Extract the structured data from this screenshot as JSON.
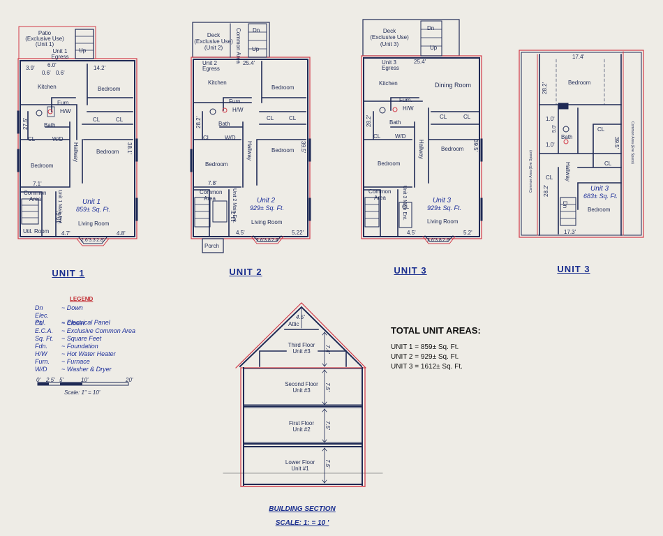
{
  "colors": {
    "wall": "#1f2a55",
    "outline": "#d23a48",
    "blue_text": "#1d2f9a",
    "title": "#1b2f8f",
    "paper": "#eeece6"
  },
  "unit1": {
    "patio": "Patio",
    "patio_use": "(Exclusive Use)",
    "patio_unit": "(Unit 1)",
    "egress": "Unit 1",
    "egress2": "Egress",
    "up": "Up",
    "dim_39": "3.9'",
    "dim_60": "6.0'",
    "dim_06a": "0.6'",
    "dim_06b": "0.6'",
    "dim_142": "14.2'",
    "kitchen": "Kitchen",
    "bedroom_top": "Bedroom",
    "furn": "Furn.",
    "hw": "H/W",
    "bath": "Bath",
    "cl1": "CL",
    "cl2": "CL",
    "cl3": "CL",
    "wd": "W/D",
    "dim_275": "27.5'",
    "hallway": "Hallway",
    "bedroom_mid": "Bedroom",
    "dim_381": "38.1'",
    "bedroom_left": "Bedroom",
    "dim_71": "7.1'",
    "common": "Common",
    "area": "Area",
    "unit1_main_ent": "Unit 1 Main Ent.",
    "unit_label": "Unit 1",
    "sqft": "859± Sq. Ft.",
    "dim_106": "10.6'",
    "living": "Living Room",
    "util": "Util. Room",
    "dim_47": "4.7'",
    "dim_48": "4.8'",
    "bay": "2.6'3.3'2.8'",
    "title": "UNIT 1"
  },
  "unit2": {
    "deck": "Deck",
    "deck_use": "(Exclusive Use)",
    "deck_unit": "(Unit 2)",
    "common_area": "Common Area",
    "dn": "Dn",
    "up": "Up",
    "egress": "Unit 2",
    "egress2": "Egress",
    "dim_254": "25.4'",
    "kitchen": "Kitchen",
    "bedroom_top": "Bedroom",
    "furn": "Furn.",
    "hw": "H/W",
    "bath": "Bath",
    "dim_282": "28.2'",
    "cl1": "CL",
    "cl2": "CL",
    "cl3": "CL",
    "wd": "W/D",
    "hallway": "Hallway",
    "bedroom_mid": "Bedroom",
    "dim_395": "39.5'",
    "bedroom_left": "Bedroom",
    "dim_78": "7.8'",
    "common": "Common",
    "area": "Area",
    "unit2_main_ent": "Unit 2 Main Ent.",
    "unit_label": "Unit 2",
    "sqft": "929± Sq. Ft.",
    "dim_112": "11.2'",
    "living": "Living Room",
    "dim_45": "4.5'",
    "dim_522": "5.22'",
    "bay": "2.6'3.8'2.6'",
    "porch": "Porch",
    "title": "UNIT 2"
  },
  "unit3a": {
    "deck": "Deck",
    "deck_use": "(Exclusive Use)",
    "deck_unit": "(Unit 3)",
    "dn": "Dn",
    "up": "Up",
    "egress": "Unit 3",
    "egress2": "Egress",
    "dim_254": "25.4'",
    "kitchen": "Kitchen",
    "dining": "Dining Room",
    "furn": "Furn.",
    "hw": "H/W",
    "bath": "Bath",
    "dim_282": "28.2'",
    "cl1": "CL",
    "cl2": "CL",
    "cl3": "CL",
    "wd": "W/D",
    "hallway": "Hallway",
    "bedroom_mid": "Bedroom",
    "dim_395": "39.5'",
    "bedroom_left": "Bedroom",
    "common": "Common",
    "area": "Area",
    "unit3_main_ent": "Unit 3 Main Ent.",
    "unit_label": "Unit 3",
    "sqft": "929± Sq. Ft.",
    "cl_small": "CL",
    "living": "Living Room",
    "dim_45": "4.5'",
    "dim_52": "5.2'",
    "bay": "2.6'3.8'2.6'",
    "title": "UNIT 3"
  },
  "unit3b": {
    "dim_174": "17.4'",
    "bedroom_top": "Bedroom",
    "dim_282a": "28.2'",
    "dim_10a": "1.0'",
    "dim_10b": "1.0'",
    "dim_50": "5.0'",
    "bath": "Bath",
    "cl1": "CL",
    "cl2": "CL",
    "cl3": "CL",
    "dim_395": "39.5'",
    "common_left": "Common Area (Eve Space)",
    "common_right": "Common Area (Eve Space)",
    "hallway": "Hallway",
    "dim_282b": "28.2'",
    "dn": "Dn",
    "unit_label": "Unit 3",
    "sqft": "683± Sq. Ft.",
    "bedroom": "Bedroom",
    "dim_173": "17.3'",
    "title": "UNIT 3"
  },
  "legend": {
    "title": "LEGEND",
    "items": [
      {
        "abbr": "Dn",
        "desc": "~ Down"
      },
      {
        "abbr": "Elec. Pnl.",
        "desc": "~ Electrical Panel"
      },
      {
        "abbr": "CL",
        "desc": "~ Closet"
      },
      {
        "abbr": "E.C.A.",
        "desc": "~ Exclusive Common Area"
      },
      {
        "abbr": "Sq. Ft.",
        "desc": "~ Square Feet"
      },
      {
        "abbr": "Fdn.",
        "desc": "~ Foundation"
      },
      {
        "abbr": "H/W",
        "desc": "~ Hot Water Heater"
      },
      {
        "abbr": "Furn.",
        "desc": "~ Furnace"
      },
      {
        "abbr": "W/D",
        "desc": "~ Washer & Dryer"
      }
    ],
    "scale_ticks": [
      "0'",
      "2.5'",
      "5'",
      "10'",
      "20'"
    ],
    "scale": "Scale: 1\" = 10'"
  },
  "section": {
    "attic_height": "4.5'",
    "attic": "Attic",
    "floors": [
      {
        "name": "Third Floor",
        "unit": "Unit #3",
        "height": "7.4'"
      },
      {
        "name": "Second Floor",
        "unit": "Unit #3",
        "height": "7.5'"
      },
      {
        "name": "First Floor",
        "unit": "Unit #2",
        "height": "7.5'"
      },
      {
        "name": "Lower Floor",
        "unit": "Unit #1",
        "height": "7.5'"
      }
    ],
    "title": "BUILDING SECTION",
    "scale": "SCALE: 1: = 10 '"
  },
  "totals": {
    "title": "TOTAL UNIT AREAS:",
    "rows": [
      "UNIT 1 = 859± Sq. Ft.",
      "UNIT 2 = 929± Sq. Ft.",
      "UNIT 3 = 1612± Sq. Ft."
    ]
  }
}
